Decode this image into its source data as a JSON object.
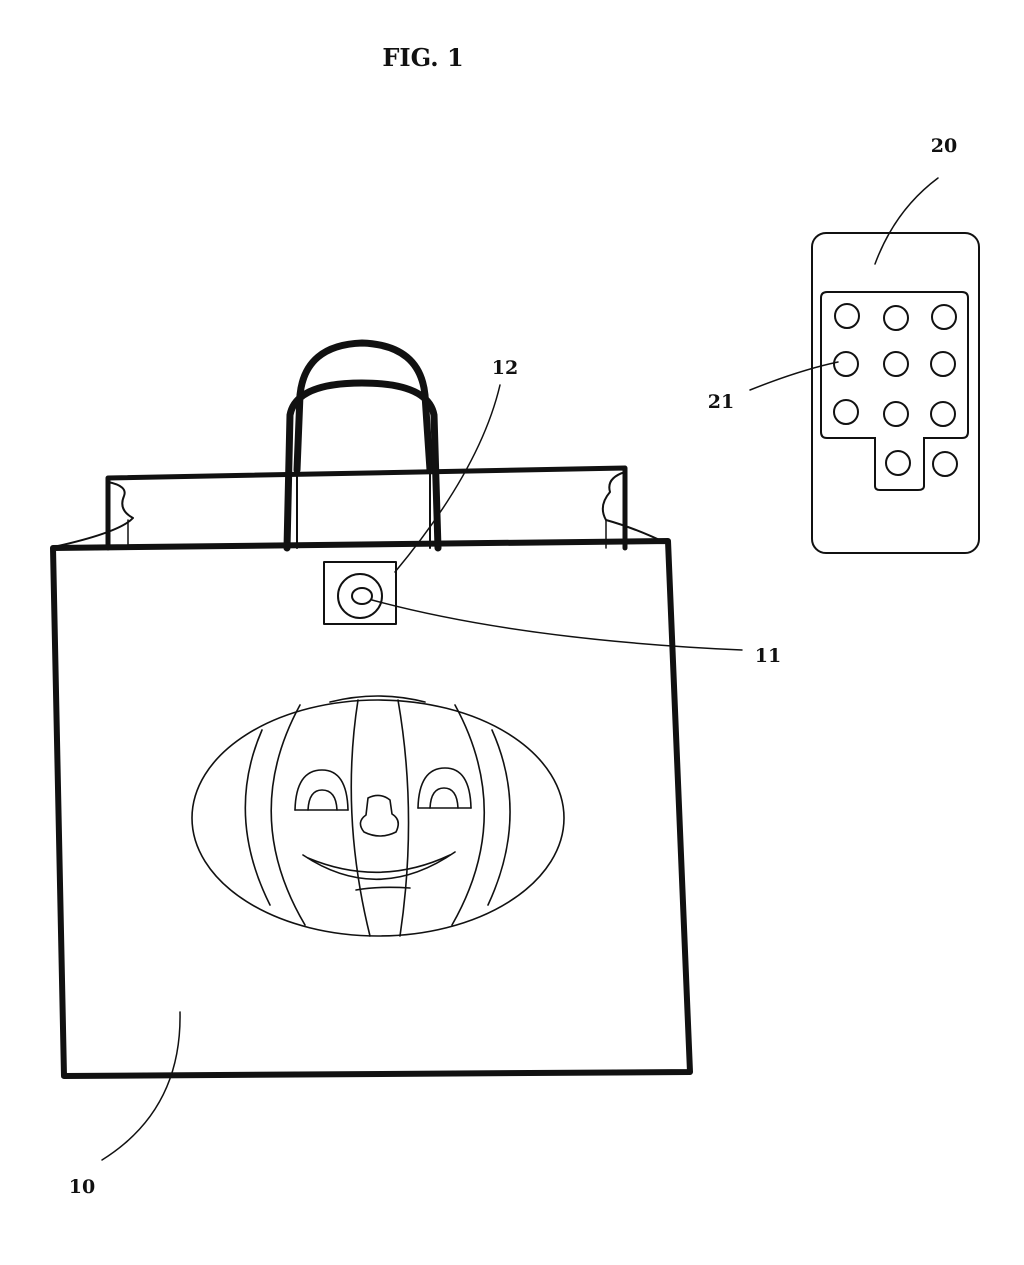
{
  "figure": {
    "title": "FIG. 1"
  },
  "labels": {
    "bag": "10",
    "button_indicator": "11",
    "button_panel": "12",
    "remote": "20",
    "remote_keypad": "21"
  },
  "colors": {
    "ink": "#111111",
    "background": "#ffffff"
  }
}
